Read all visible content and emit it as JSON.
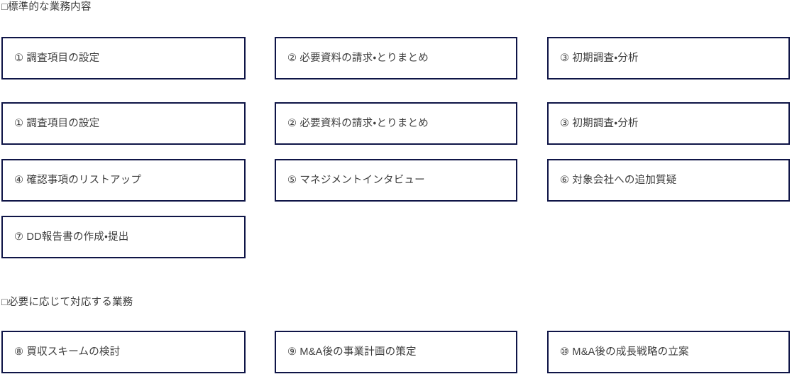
{
  "page": {
    "background_color": "#ffffff",
    "box_border_color": "#0f1547",
    "text_color": "#3d3d3d"
  },
  "sections": [
    {
      "id": "standard",
      "heading": "□標準的な業務内容",
      "rows": [
        [
          {
            "name": "task-box-1",
            "label": "① 調査項目の設定"
          },
          {
            "name": "task-box-2",
            "label": "② 必要資料の請求・とりまとめ"
          },
          {
            "name": "task-box-3",
            "label": "③ 初期調査・分析"
          }
        ],
        [
          {
            "name": "task-box-1-repeat",
            "label": "① 調査項目の設定"
          },
          {
            "name": "task-box-2-repeat",
            "label": "② 必要資料の請求・とりまとめ"
          },
          {
            "name": "task-box-3-repeat",
            "label": "③ 初期調査・分析"
          }
        ],
        [
          {
            "name": "task-box-4",
            "label": "④ 確認事項のリストアップ"
          },
          {
            "name": "task-box-5",
            "label": "⑤ マネジメントインタビュー"
          },
          {
            "name": "task-box-6",
            "label": "⑥ 対象会社への追加質疑"
          }
        ],
        [
          {
            "name": "task-box-7",
            "label": "⑦ DD報告書の作成・提出"
          },
          {
            "name": "task-box-empty-a",
            "label": ""
          },
          {
            "name": "task-box-empty-b",
            "label": ""
          }
        ]
      ]
    },
    {
      "id": "optional",
      "heading": "□必要に応じて対応する業務",
      "rows": [
        [
          {
            "name": "task-box-8",
            "label": "⑧ 買収スキームの検討"
          },
          {
            "name": "task-box-9",
            "label": "⑨ M&A後の事業計画の策定"
          },
          {
            "name": "task-box-10",
            "label": "⑩ M&A後の成長戦略の立案"
          }
        ]
      ]
    }
  ]
}
